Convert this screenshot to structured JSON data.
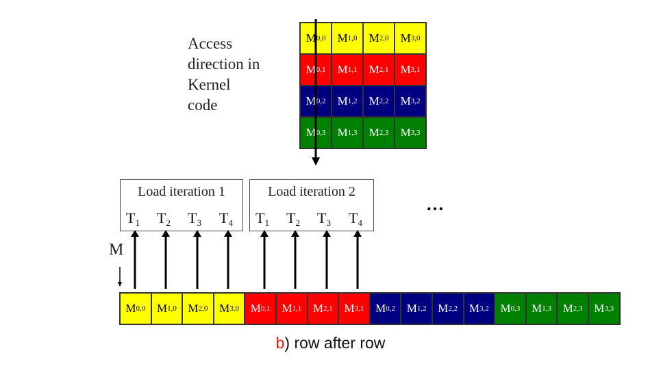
{
  "access_label": {
    "lines": [
      "Access",
      "direction in",
      "Kernel",
      "code"
    ]
  },
  "row_colors": [
    "#ffff00",
    "#ff0000",
    "#000080",
    "#008000"
  ],
  "row_text_colors": [
    "#000000",
    "#ffffff",
    "#ffffff",
    "#ffffff"
  ],
  "matrix": {
    "rows": [
      [
        {
          "base": "M",
          "sub": "0,0"
        },
        {
          "base": "M",
          "sub": "1,0"
        },
        {
          "base": "M",
          "sub": "2,0"
        },
        {
          "base": "M",
          "sub": "3,0"
        }
      ],
      [
        {
          "base": "M",
          "sub": "0,1"
        },
        {
          "base": "M",
          "sub": "1,1"
        },
        {
          "base": "M",
          "sub": "2,1"
        },
        {
          "base": "M",
          "sub": "3,1"
        }
      ],
      [
        {
          "base": "M",
          "sub": "0,2"
        },
        {
          "base": "M",
          "sub": "1,2"
        },
        {
          "base": "M",
          "sub": "2,2"
        },
        {
          "base": "M",
          "sub": "3,2"
        }
      ],
      [
        {
          "base": "M",
          "sub": "0,3"
        },
        {
          "base": "M",
          "sub": "1,3"
        },
        {
          "base": "M",
          "sub": "2,3"
        },
        {
          "base": "M",
          "sub": "3,3"
        }
      ]
    ]
  },
  "load_iterations": [
    {
      "title": "Load iteration 1",
      "threads": [
        {
          "base": "T",
          "sub": "1"
        },
        {
          "base": "T",
          "sub": "2"
        },
        {
          "base": "T",
          "sub": "3"
        },
        {
          "base": "T",
          "sub": "4"
        }
      ]
    },
    {
      "title": "Load iteration 2",
      "threads": [
        {
          "base": "T",
          "sub": "1"
        },
        {
          "base": "T",
          "sub": "2"
        },
        {
          "base": "T",
          "sub": "3"
        },
        {
          "base": "T",
          "sub": "4"
        }
      ]
    }
  ],
  "ellipsis": "…",
  "memory_label": "M",
  "caption": {
    "letter": "b",
    "text": ") row after row"
  }
}
